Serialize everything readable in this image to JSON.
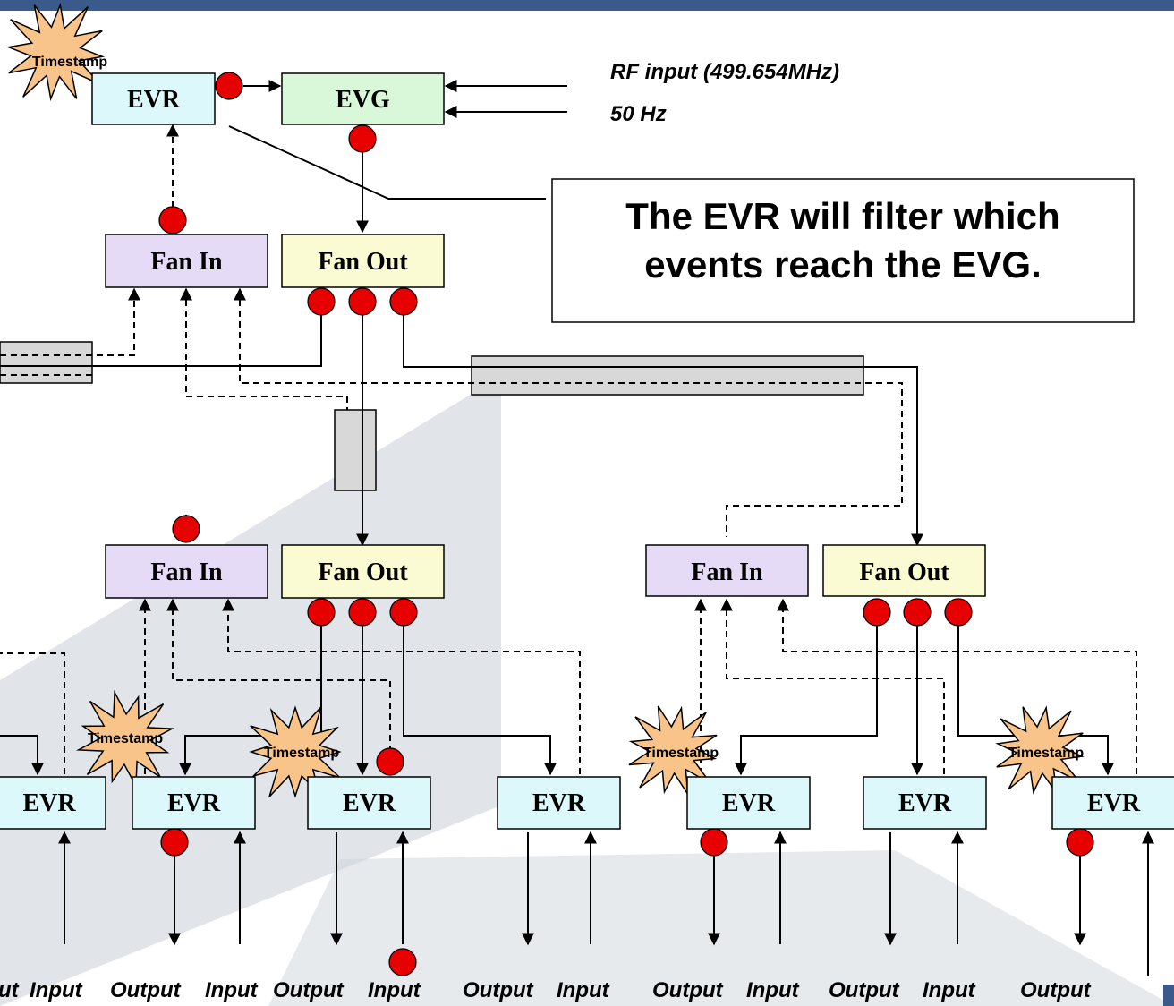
{
  "colors": {
    "header_bar": "#3a5a8c",
    "evr_fill": "#dcf8fb",
    "evg_fill": "#d9f7d9",
    "fan_in_fill": "#e6dbf7",
    "fan_out_fill": "#fbfbd3",
    "node_red": "#e60000",
    "starburst": "#f9c48a",
    "fiber_gray": "#d8d8d8",
    "background_shape": "#c9d0d8"
  },
  "labels": {
    "evr": "EVR",
    "evg": "EVG",
    "fan_in": "Fan In",
    "fan_out": "Fan Out",
    "timestamp": "Timestamp",
    "output": "Output",
    "input": "Input",
    "output_partial": "ut"
  },
  "inputs": {
    "rf": "RF input (499.654MHz)",
    "hz": "50 Hz"
  },
  "callout": {
    "line1": "The EVR will filter which",
    "line2": "events reach the EVG."
  }
}
